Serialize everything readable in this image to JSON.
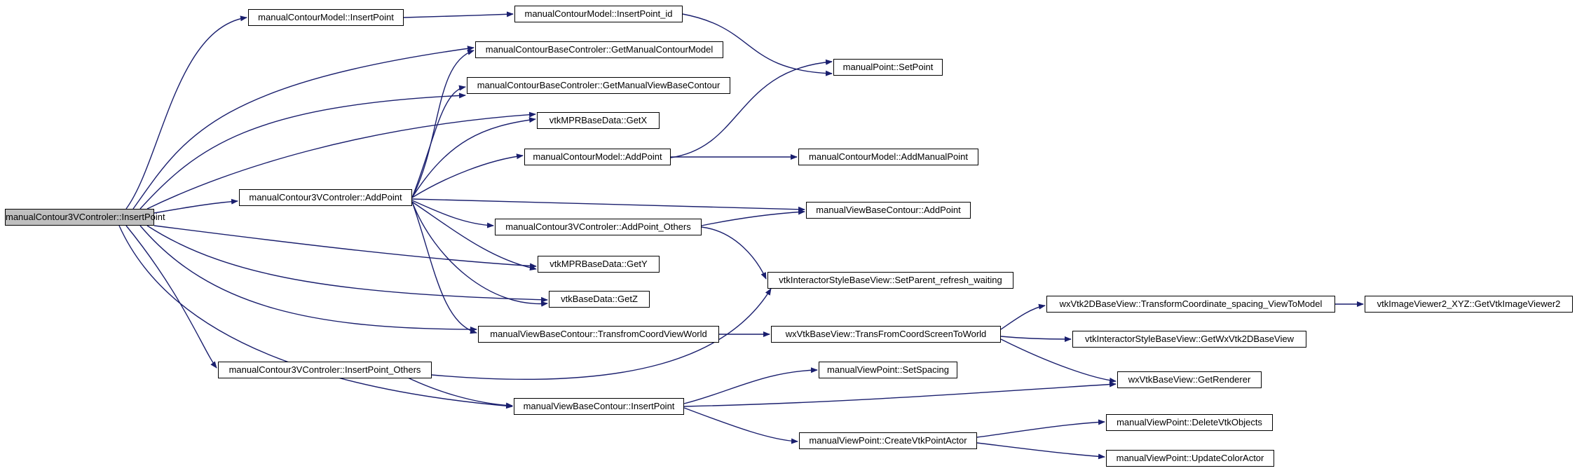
{
  "graph": {
    "root": "manualContour3VControler::InsertPoint",
    "colors": {
      "edge": "#1a1f6e",
      "root_fill": "#bfbfbf",
      "node_fill": "#ffffff",
      "border": "#000000"
    },
    "nodes": {
      "n0": "manualContour3VControler::InsertPoint",
      "n1": "manualContourModel::InsertPoint",
      "n2": "manualContourModel::InsertPoint_id",
      "n3": "manualPoint::SetPoint",
      "n4": "manualContourBaseControler::GetManualContourModel",
      "n5": "manualContourBaseControler::GetManualViewBaseContour",
      "n6": "vtkMPRBaseData::GetX",
      "n7": "manualContourModel::AddPoint",
      "n8": "manualContourModel::AddManualPoint",
      "n9": "manualContour3VControler::AddPoint",
      "n10": "manualViewBaseContour::AddPoint",
      "n11": "manualContour3VControler::AddPoint_Others",
      "n12": "vtkInteractorStyleBaseView::SetParent_refresh_waiting",
      "n13": "vtkMPRBaseData::GetY",
      "n14": "vtkBaseData::GetZ",
      "n15": "wxVtk2DBaseView::TransformCoordinate_spacing_ViewToModel",
      "n16": "vtkImageViewer2_XYZ::GetVtkImageViewer2",
      "n17": "manualViewBaseContour::TransfromCoordViewWorld",
      "n18": "wxVtkBaseView::TransFromCoordScreenToWorld",
      "n19": "vtkInteractorStyleBaseView::GetWxVtk2DBaseView",
      "n20": "manualContour3VControler::InsertPoint_Others",
      "n21": "manualViewPoint::SetSpacing",
      "n22": "wxVtkBaseView::GetRenderer",
      "n23": "manualViewBaseContour::InsertPoint",
      "n24": "manualViewPoint::DeleteVtkObjects",
      "n25": "manualViewPoint::CreateVtkPointActor",
      "n26": "manualViewPoint::UpdateColorActor"
    }
  }
}
